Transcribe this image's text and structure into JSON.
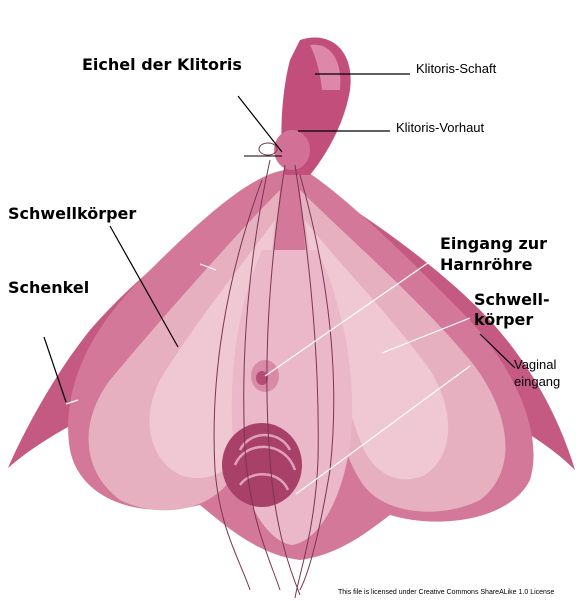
{
  "labels": {
    "eichel": "Eichel der Klitoris",
    "schaft": "Klitoris-Schaft",
    "vorhaut": "Klitoris-Vorhaut",
    "schwellkoerper_left": "Schwellkörper",
    "schenkel": "Schenkel",
    "eingang_harnroehre_1": "Eingang zur",
    "eingang_harnroehre_2": "Harnröhre",
    "schwellkoerper_right_1": "Schwell-",
    "schwellkoerper_right_2": "körper",
    "vaginal_1": "Vaginal",
    "vaginal_2": "eingang"
  },
  "license_text": "This file is licensed under Creative Commons ShareALike 1.0 License",
  "colors": {
    "crura_outer": "#c45a82",
    "bulb_light": "#e6b0c0",
    "bulb_inner": "#f0c8d4",
    "body_pink": "#d4789a",
    "shaft": "#c24e7c",
    "vaginal_opening": "#a84068",
    "line": "#7a3550",
    "leader_white": "#ffffff",
    "leader_black": "#000000"
  }
}
